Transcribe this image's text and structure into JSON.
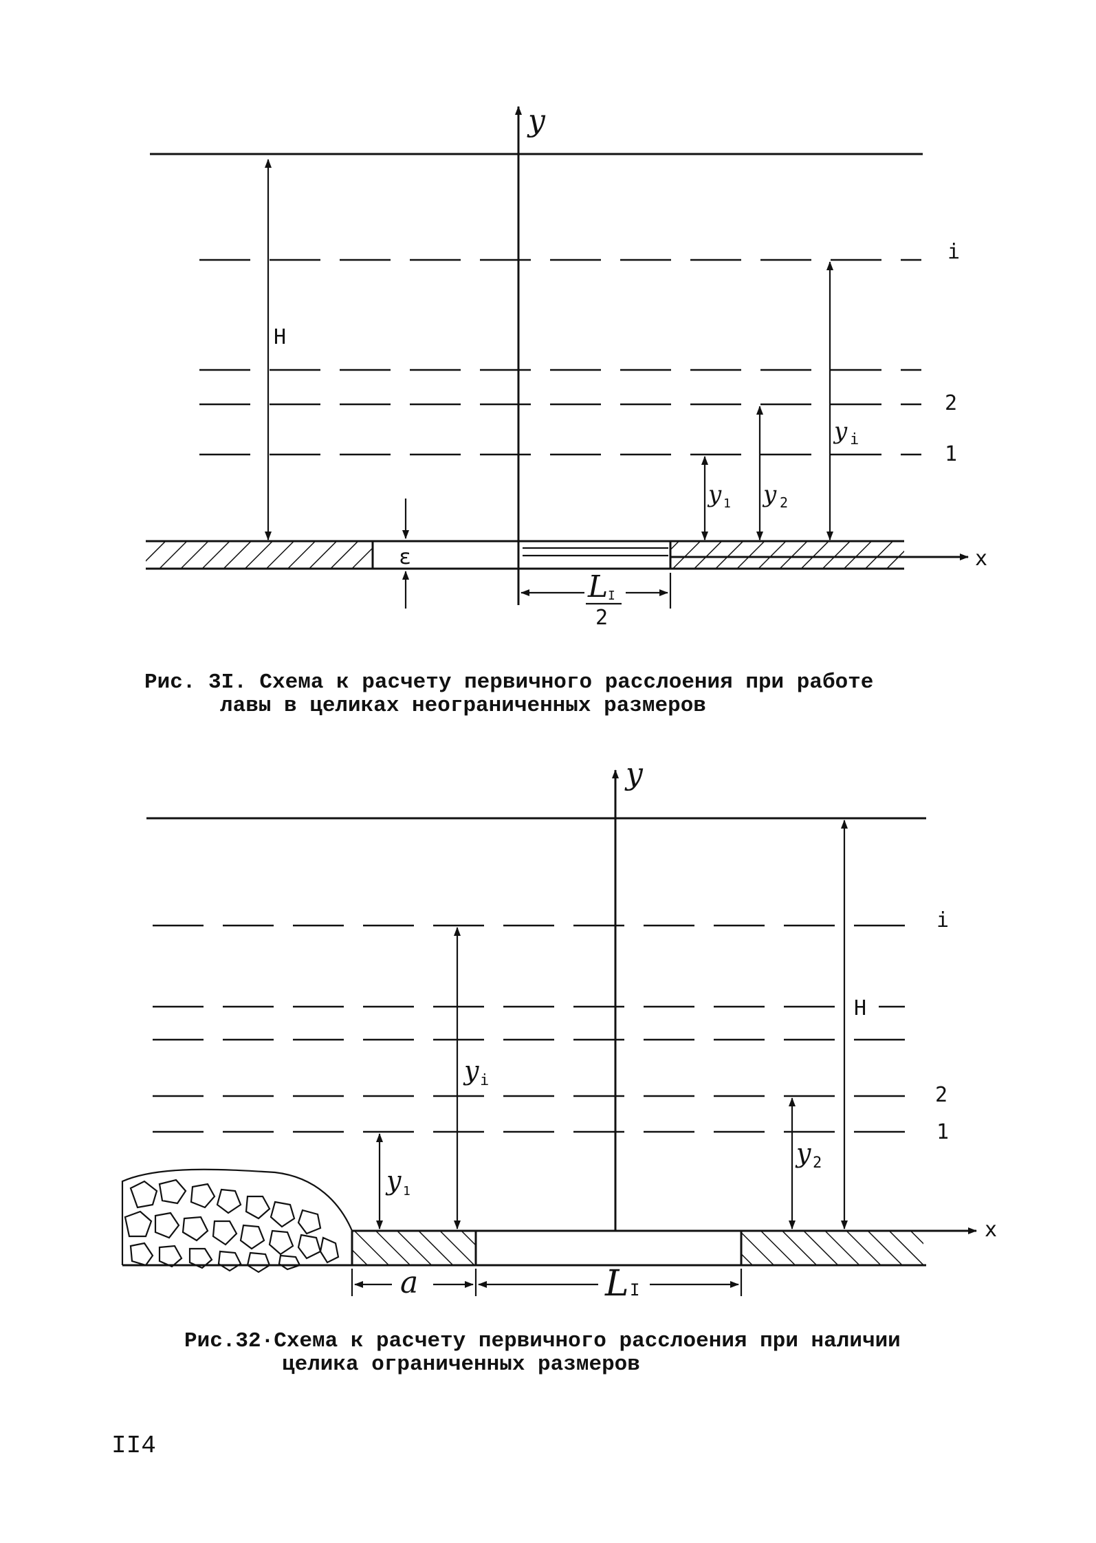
{
  "figure1": {
    "axis_y": "y",
    "axis_x": "x",
    "label_H": "H",
    "label_epsilon": "ε",
    "label_L": "L",
    "label_L_sub": "I",
    "label_two": "2",
    "label_y1": "y",
    "label_y1_sub": "1",
    "label_y2": "y",
    "label_y2_sub": "2",
    "label_yi": "y",
    "label_yi_sub": "i",
    "layer_i": "i",
    "layer_2": "2",
    "layer_1": "1",
    "caption_line1": "Рис. 3I. Схема к расчету первичного расслоения при работе",
    "caption_line2": "лавы в целиках неограниченных размеров"
  },
  "figure2": {
    "axis_y": "y",
    "axis_x": "x",
    "label_H": "H",
    "label_a": "a",
    "label_L": "L",
    "label_L_sub": "I",
    "label_y1": "y",
    "label_y1_sub": "1",
    "label_y2": "y",
    "label_y2_sub": "2",
    "label_yi": "y",
    "label_yi_sub": "i",
    "layer_i": "i",
    "layer_2": "2",
    "layer_1": "1",
    "caption_line1": "Рис.32·Схема к расчету первичного расслоения при наличии",
    "caption_line2": "целика ограниченных размеров"
  },
  "page_number": "II4"
}
